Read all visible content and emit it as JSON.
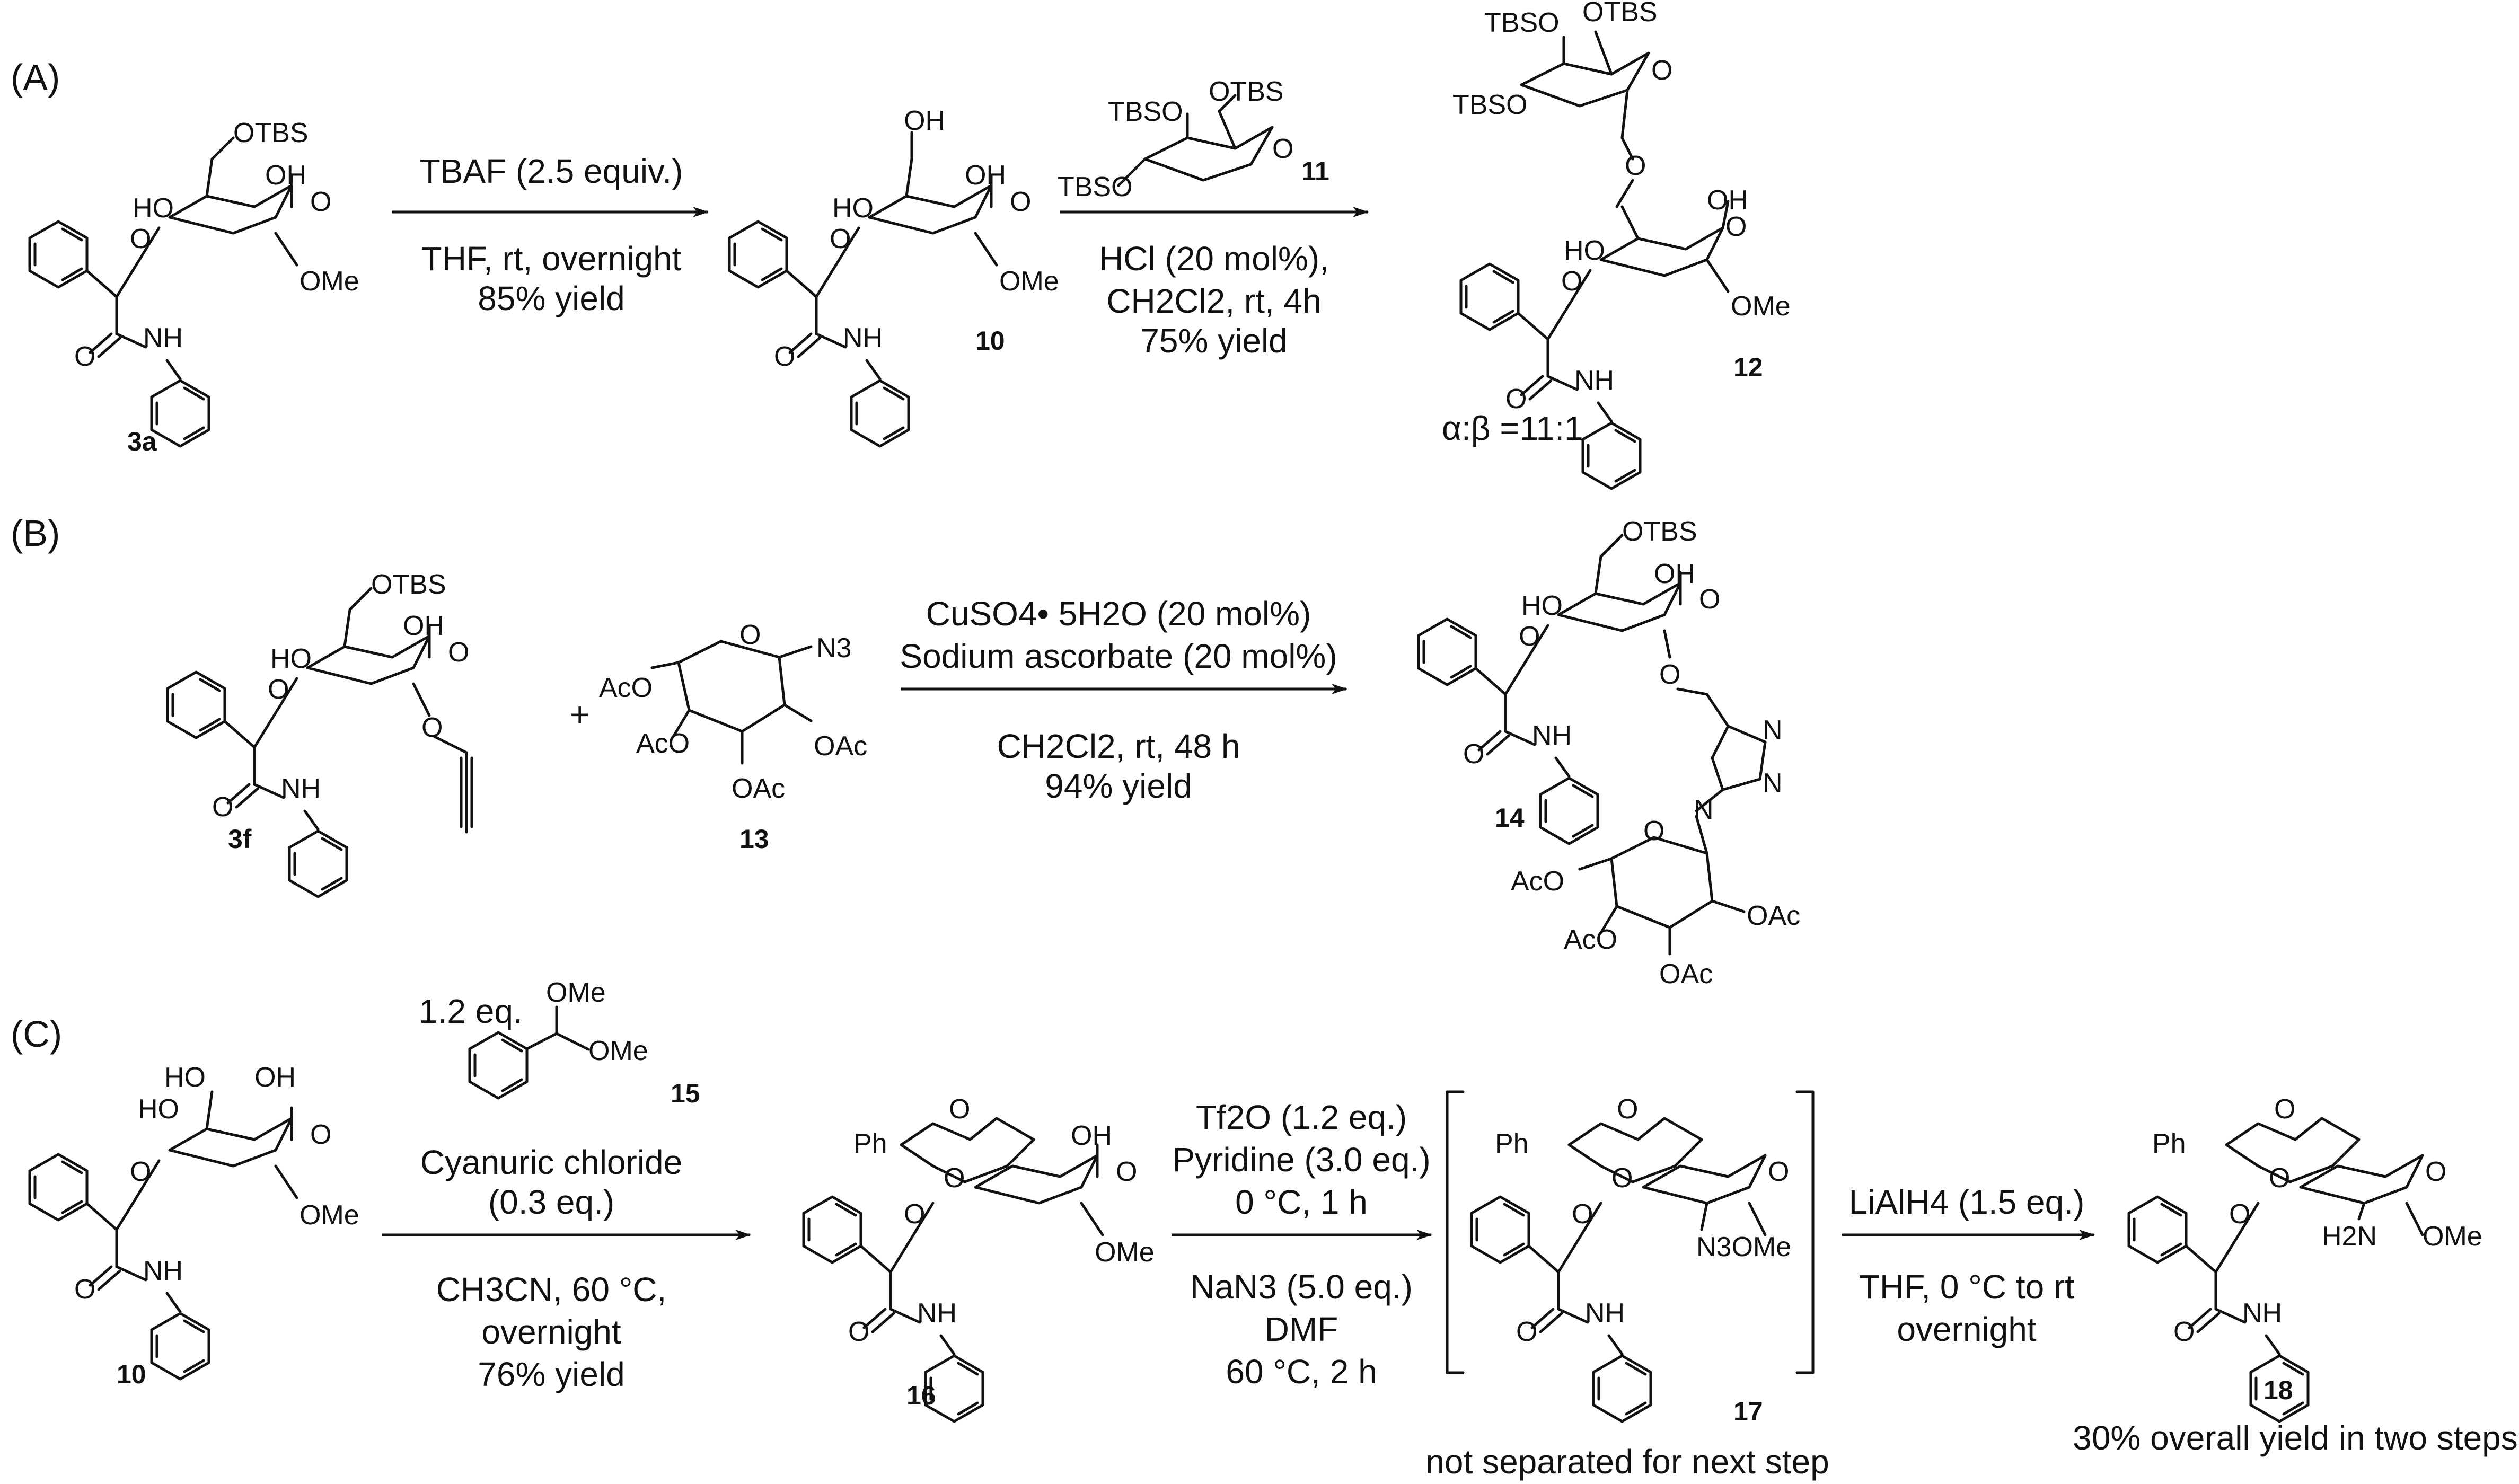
{
  "panels": {
    "A": {
      "label": "(A)",
      "reagents_step1_top": "TBAF (2.5 equiv.)",
      "reagents_step1_bottom_1": "THF, rt, overnight",
      "reagents_step1_bottom_2": "85% yield",
      "step2_reagent_label": "11",
      "reagents_step2_bottom_1": "HCl (20 mol%),",
      "reagents_step2_bottom_2": "CH2Cl2, rt, 4h",
      "reagents_step2_bottom_3": "75% yield",
      "compound_3a": "3a",
      "compound_10": "10",
      "compound_12": "12",
      "selectivity": "α:β =11:1",
      "groups": {
        "otbs": "OTBS",
        "oh": "OH",
        "ho": "HO",
        "ome": "OMe",
        "nh": "NH",
        "o": "O",
        "tbso": "TBSO"
      }
    },
    "B": {
      "label": "(B)",
      "plus": "+",
      "reagents_top_1": "CuSO4• 5H2O (20 mol%)",
      "reagents_top_2": "Sodium ascorbate (20 mol%)",
      "reagents_bottom_1": "CH2Cl2, rt, 48 h",
      "reagents_bottom_2": "94% yield",
      "compound_3f": "3f",
      "compound_13": "13",
      "compound_14": "14",
      "groups": {
        "aco": "AcO",
        "oac": "OAc",
        "n3": "N3",
        "n": "N"
      }
    },
    "C": {
      "label": "(C)",
      "reagent_equiv": "1.2 eq.",
      "compound_15": "15",
      "step1_top_1": "Cyanuric chloride",
      "step1_top_2": "(0.3 eq.)",
      "step1_bottom_1": "CH3CN, 60 °C,",
      "step1_bottom_2": "overnight",
      "step1_bottom_3": "76% yield",
      "step2_top_1": "Tf2O (1.2 eq.)",
      "step2_top_2": "Pyridine (3.0 eq.)",
      "step2_top_3": "0 °C, 1 h",
      "step2_bottom_1": "NaN3 (5.0 eq.)",
      "step2_bottom_2": "DMF",
      "step2_bottom_3": "60 °C, 2 h",
      "step3_top": "LiAlH4 (1.5 eq.)",
      "step3_bottom_1": "THF, 0 °C to rt",
      "step3_bottom_2": "overnight",
      "compound_10": "10",
      "compound_16": "16",
      "compound_17": "17",
      "compound_18": "18",
      "note_17": "not separated for next step",
      "note_18": "30% overall yield in two steps",
      "groups": {
        "ph": "Ph",
        "h2n": "H2N",
        "n3ome": "N3OMe"
      }
    }
  }
}
